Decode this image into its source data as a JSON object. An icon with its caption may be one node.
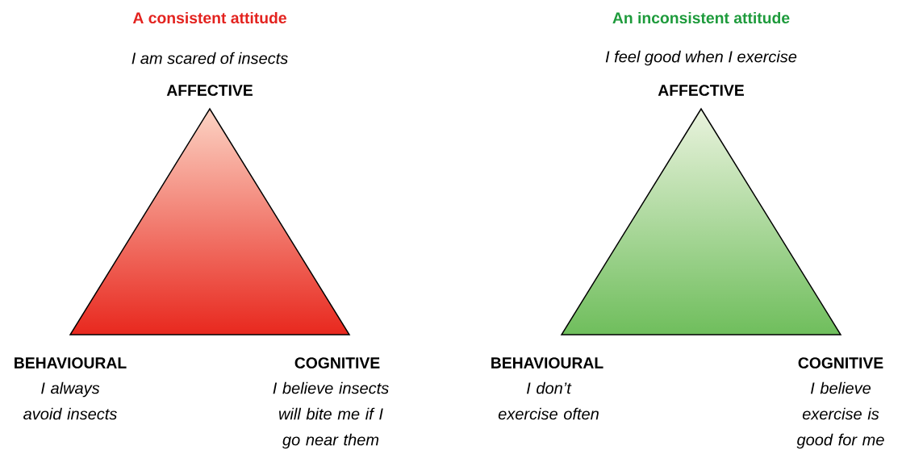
{
  "diagram": {
    "nodes": [
      {
        "text": [],
        "shape": "triangle",
        "beside": [
          "I am scared of insects",
          "AFFECTIVE",
          "BEHAVIOURAL",
          "I always avoid insects",
          "COGNITIVE",
          "I believe insects will bite me if I go near them"
        ]
      },
      {
        "text": [],
        "shape": "triangle",
        "beside": [
          "I feel good when I exercise",
          "AFFECTIVE",
          "BEHAVIOURAL",
          "I don’t exercise often",
          "COGNITIVE",
          "I believe exercise is good for me"
        ]
      }
    ],
    "labels": [
      "A consistent attitude",
      "An inconsistent attitude"
    ]
  }
}
